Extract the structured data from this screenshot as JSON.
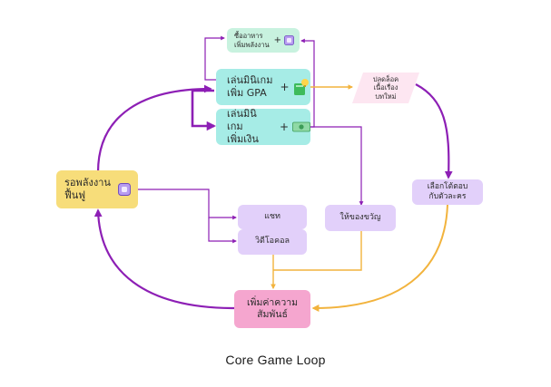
{
  "diagram": {
    "title": "Core Game Loop",
    "nodes": {
      "buy_food": {
        "label": "ซื้ออาหาร\nเพิ่มพลังงาน",
        "plus": "+",
        "icon": "energy-box-icon"
      },
      "minigame_gpa": {
        "label": "เล่นมินิเกม\nเพิ่ม GPA",
        "plus": "+",
        "icon": "book-lightbulb-icon"
      },
      "minigame_money": {
        "label": "เล่นมินิเกม\nเพิ่มเงิน",
        "plus": "+",
        "icon": "banknote-icon"
      },
      "wait_energy": {
        "label": "รอพลังงาน\nฟื้นฟู",
        "icon": "energy-box-icon"
      },
      "unlock_story": {
        "label": "ปลดล็อค\nเนื้อเรื่อง\nบทใหม่"
      },
      "choose_reply": {
        "label": "เลือกโต้ตอบ\nกับตัวละคร"
      },
      "chat": {
        "label": "แชท"
      },
      "video_call": {
        "label": "วิดีโอคอล"
      },
      "give_gift": {
        "label": "ให้ของขวัญ"
      },
      "raise_relationship": {
        "label": "เพิ่มค่าความ\nสัมพันธ์"
      }
    },
    "colors": {
      "purple": "#8d1fb5",
      "orange": "#f2b33d",
      "teal": "#a6ece6",
      "mint": "#c8f2df",
      "yellow": "#f7dd7a",
      "lavender": "#e2d0fa",
      "pink": "#f5a6cf",
      "pink_light": "#fde6f1"
    }
  }
}
